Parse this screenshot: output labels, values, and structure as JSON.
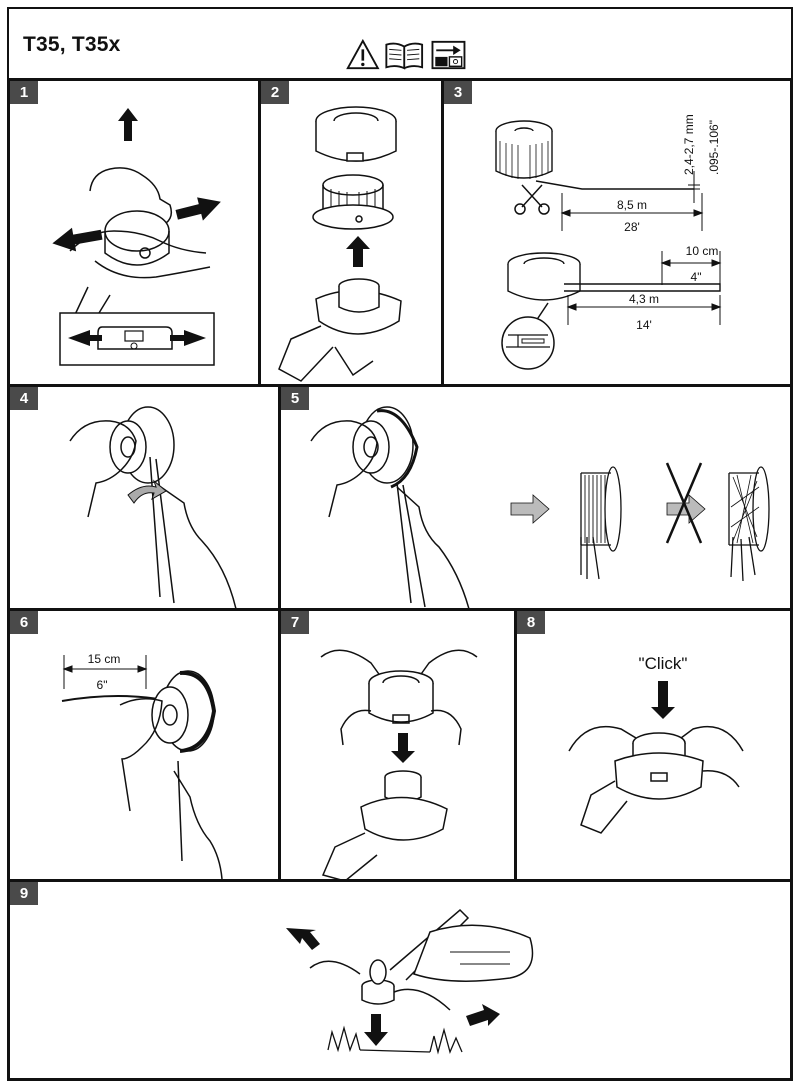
{
  "header": {
    "title": "T35, T35x",
    "icons": [
      "warning-triangle-icon",
      "open-manual-icon",
      "see-page-icon"
    ]
  },
  "panels": {
    "p1": {
      "num": "1"
    },
    "p2": {
      "num": "2"
    },
    "p3": {
      "num": "3",
      "dia_mm": "2,4-2,7 mm",
      "dia_in": ".095-.106\"",
      "len_m": "8,5 m",
      "len_ft": "28'",
      "end_cm": "10 cm",
      "end_in": "4\"",
      "len2_m": "4,3 m",
      "len2_ft": "14'"
    },
    "p4": {
      "num": "4"
    },
    "p5": {
      "num": "5"
    },
    "p6": {
      "num": "6",
      "free_cm": "15 cm",
      "free_in": "6\""
    },
    "p7": {
      "num": "7"
    },
    "p8": {
      "num": "8",
      "sound": "\"Click\""
    },
    "p9": {
      "num": "9"
    }
  },
  "colors": {
    "ink": "#111111",
    "badge": "#4a4a4a",
    "arrow_grey": "#b8b8b8",
    "page": "#ffffff"
  }
}
